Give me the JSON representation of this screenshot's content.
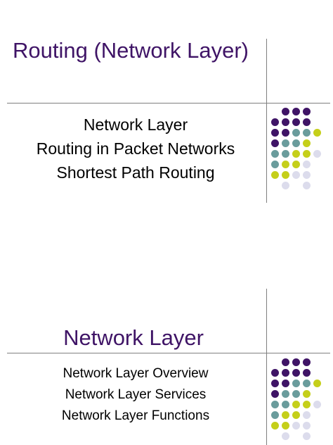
{
  "slides": [
    {
      "title": "Routing (Network Layer)",
      "bullets": [
        "Network Layer",
        "Routing in Packet Networks",
        "Shortest Path Routing"
      ]
    },
    {
      "title": "Network Layer",
      "bullets": [
        "Network Layer Overview",
        "Network Layer Services",
        "Network Layer Functions"
      ]
    }
  ],
  "colors": {
    "title": "#3f1466",
    "dot_purple": "#3f1466",
    "dot_teal": "#6a9c9c",
    "dot_yellow": "#c5cf1a",
    "dot_lavender": "#dcdcec"
  }
}
